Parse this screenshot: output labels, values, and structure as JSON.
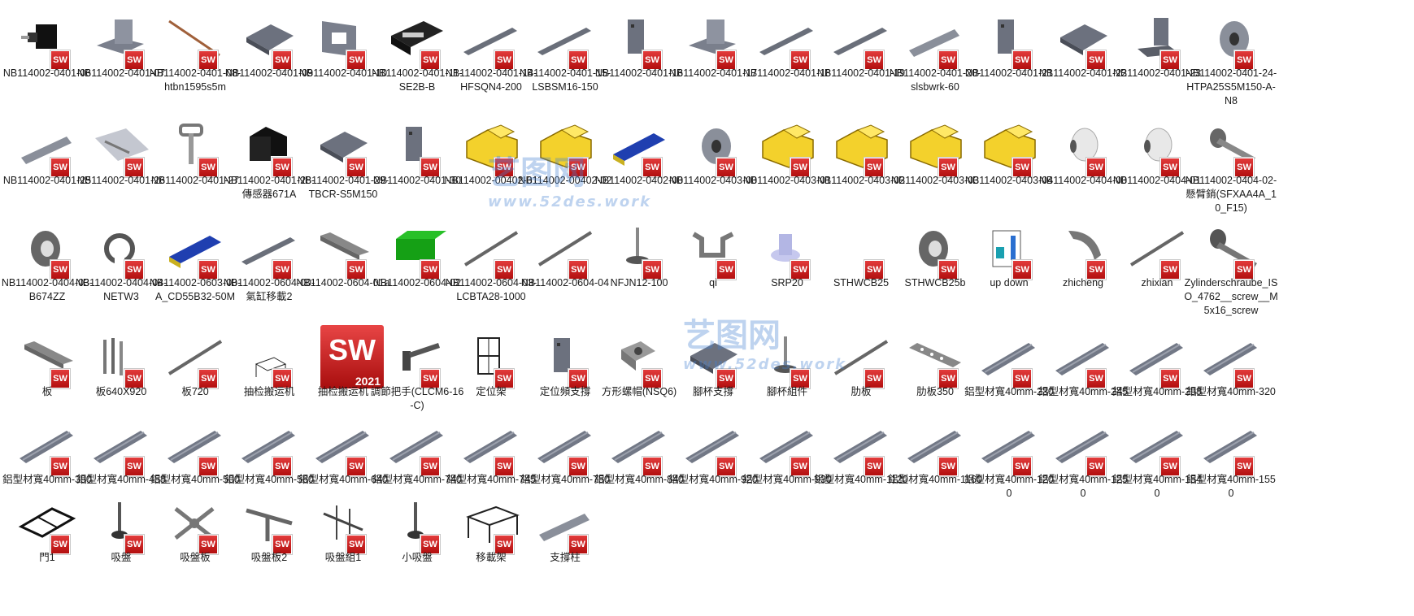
{
  "accent": "#cc1a1a",
  "badge_text": "SW",
  "big_icon": {
    "text": "SW",
    "year": "2021"
  },
  "watermarks": [
    {
      "cn": "艺图网",
      "url": "www.52des.work"
    },
    {
      "cn": "艺图网",
      "url": "www.52des.work"
    }
  ],
  "files": [
    {
      "label": "NB114002-0401-06",
      "icon": "motor-icon"
    },
    {
      "label": "NB114002-0401-07",
      "icon": "bracket-icon"
    },
    {
      "label": "NB114002-0401-08-htbn1595s5m",
      "icon": "belt-icon"
    },
    {
      "label": "NB114002-0401-09",
      "icon": "plate-icon"
    },
    {
      "label": "NB114002-0401-10",
      "icon": "frame-plate-icon"
    },
    {
      "label": "NB114002-0401-11-SE2B-B",
      "icon": "rail-block-icon"
    },
    {
      "label": "NB114002-0401-14-HFSQN4-200",
      "icon": "rail-icon"
    },
    {
      "label": "NB114002-0401-15-LSBSM16-150",
      "icon": "rail-icon"
    },
    {
      "label": "NB114002-0401-16",
      "icon": "block-icon"
    },
    {
      "label": "NB114002-0401-17",
      "icon": "bracket-icon"
    },
    {
      "label": "NB114002-0401-18",
      "icon": "rail-icon"
    },
    {
      "label": "NB114002-0401-19",
      "icon": "rail-icon"
    },
    {
      "label": "NB114002-0401-20-slsbwrk-60",
      "icon": "shaft-icon"
    },
    {
      "label": "NB114002-0401-21",
      "icon": "block-icon"
    },
    {
      "label": "NB114002-0401-22",
      "icon": "plate-icon"
    },
    {
      "label": "NB114002-0401-23",
      "icon": "angle-bracket-icon"
    },
    {
      "label": "NB114002-0401-24-HTPA25S5M150-A-N8",
      "icon": "pulley-icon"
    },
    {
      "label": "NB114002-0401-25",
      "icon": "shaft-icon"
    },
    {
      "label": "NB114002-0401-26",
      "icon": "slotted-plate-icon"
    },
    {
      "label": "NB114002-0401-27",
      "icon": "handle-icon"
    },
    {
      "label": "NB114002-0401-28-傳感器671A",
      "icon": "sensor-icon"
    },
    {
      "label": "NB114002-0401-29-TBCR-S5M150",
      "icon": "plate-icon"
    },
    {
      "label": "NB114002-0401-30",
      "icon": "block-icon"
    },
    {
      "label": "NB114002-00402-01",
      "icon": "assembly-icon"
    },
    {
      "label": "NB114002-00402-02",
      "icon": "assembly-icon"
    },
    {
      "label": "NB114002-0402-00",
      "icon": "cylinder-icon"
    },
    {
      "label": "NB114002-0403-00",
      "icon": "pulley-icon"
    },
    {
      "label": "NB114002-0403-01",
      "icon": "assembly-icon"
    },
    {
      "label": "NB114002-0403-02",
      "icon": "assembly-icon"
    },
    {
      "label": "NB114002-0403-03",
      "icon": "assembly-icon"
    },
    {
      "label": "NB114002-0403-04",
      "icon": "assembly-icon"
    },
    {
      "label": "NB114002-0404-00",
      "icon": "roller-icon"
    },
    {
      "label": "NB114002-0404-01",
      "icon": "roller-icon"
    },
    {
      "label": "NB114002-0404-02-懸臂銷(SFXAA4A_10_F15)",
      "icon": "pin-icon"
    },
    {
      "label": "NB114002-0404-03-B674ZZ",
      "icon": "bearing-icon"
    },
    {
      "label": "NB114002-0404-04-NETW3",
      "icon": "circlip-icon"
    },
    {
      "label": "NB114002-0603-00-A_CD55B32-50M",
      "icon": "cylinder-icon"
    },
    {
      "label": "NB114002-0604-00-氣缸移載2",
      "icon": "rail-icon"
    },
    {
      "label": "NB114002-0604-01a",
      "icon": "board-icon"
    },
    {
      "label": "NB114002-0604-02",
      "icon": "green-block-icon"
    },
    {
      "label": "NB114002-0604-03-LCBTA28-1000",
      "icon": "rod-icon"
    },
    {
      "label": "NB114002-0604-04",
      "icon": "rod-icon"
    },
    {
      "label": "NFJN12-100",
      "icon": "foot-icon"
    },
    {
      "label": "qi",
      "icon": "bent-bracket-icon"
    },
    {
      "label": "SRP20",
      "icon": "suction-cup-icon"
    },
    {
      "label": "STHWCB25",
      "icon": "none"
    },
    {
      "label": "STHWCB25b",
      "icon": "bearing-icon"
    },
    {
      "label": "up down",
      "icon": "machine-icon"
    },
    {
      "label": "zhicheng",
      "icon": "arm-icon"
    },
    {
      "label": "zhixian",
      "icon": "rod-icon"
    },
    {
      "label": "Zylinderschraube_ISO_4762__screw__M5x16_screw",
      "icon": "screw-icon"
    },
    {
      "label": "板",
      "icon": "board-icon"
    },
    {
      "label": "板640X920",
      "icon": "bars-icon"
    },
    {
      "label": "板720",
      "icon": "rod-icon"
    },
    {
      "label": "抽检搬运机",
      "icon": "frame-icon"
    },
    {
      "label": "抽检搬运机",
      "icon": "sw-big-icon"
    },
    {
      "label": "調節把手(CLCM6-16-C)",
      "icon": "lever-icon"
    },
    {
      "label": "定位架",
      "icon": "cage-icon"
    },
    {
      "label": "定位頻支撐",
      "icon": "block-icon"
    },
    {
      "label": "方形螺帽(NSQ6)",
      "icon": "nut-icon"
    },
    {
      "label": "腳杯支撐",
      "icon": "plate-icon"
    },
    {
      "label": "腳杯組件",
      "icon": "foot-icon"
    },
    {
      "label": "肋板",
      "icon": "rod-icon"
    },
    {
      "label": "肋板350",
      "icon": "holed-bar-icon"
    },
    {
      "label": "鋁型材寬40mm-230",
      "icon": "profile-icon"
    },
    {
      "label": "鋁型材寬40mm-245",
      "icon": "profile-icon"
    },
    {
      "label": "鋁型材寬40mm-298",
      "icon": "profile-icon"
    },
    {
      "label": "鋁型材寬40mm-320",
      "icon": "profile-icon"
    },
    {
      "label": "鋁型材寬40mm-390",
      "icon": "profile-icon"
    },
    {
      "label": "鋁型材寬40mm-458",
      "icon": "profile-icon"
    },
    {
      "label": "鋁型材寬40mm-500",
      "icon": "profile-icon"
    },
    {
      "label": "鋁型材寬40mm-560",
      "icon": "profile-icon"
    },
    {
      "label": "鋁型材寬40mm-640",
      "icon": "profile-icon"
    },
    {
      "label": "鋁型材寬40mm-740",
      "icon": "profile-icon"
    },
    {
      "label": "鋁型材寬40mm-745",
      "icon": "profile-icon"
    },
    {
      "label": "鋁型材寬40mm-750",
      "icon": "profile-icon"
    },
    {
      "label": "鋁型材寬40mm-840",
      "icon": "profile-icon"
    },
    {
      "label": "鋁型材寬40mm-920",
      "icon": "profile-icon"
    },
    {
      "label": "鋁型材寬40mm-930",
      "icon": "profile-icon"
    },
    {
      "label": "鋁型材寬40mm-1120",
      "icon": "profile-icon"
    },
    {
      "label": "鋁型材寬40mm-1160",
      "icon": "profile-icon"
    },
    {
      "label": "鋁型材寬40mm-1200",
      "icon": "profile-icon"
    },
    {
      "label": "鋁型材寬40mm-1250",
      "icon": "profile-icon"
    },
    {
      "label": "鋁型材寬40mm-1540",
      "icon": "profile-icon"
    },
    {
      "label": "鋁型材寬40mm-1550",
      "icon": "profile-icon"
    },
    {
      "label": "門1",
      "icon": "door-frame-icon"
    },
    {
      "label": "吸盤",
      "icon": "suction-icon"
    },
    {
      "label": "吸盤板",
      "icon": "x-plate-icon"
    },
    {
      "label": "吸盤板2",
      "icon": "t-plate-icon"
    },
    {
      "label": "吸盤組1",
      "icon": "suction-group-icon"
    },
    {
      "label": "小吸盤",
      "icon": "suction-icon"
    },
    {
      "label": "移載架",
      "icon": "table-frame-icon"
    },
    {
      "label": "支撐柱",
      "icon": "shaft-icon"
    }
  ]
}
